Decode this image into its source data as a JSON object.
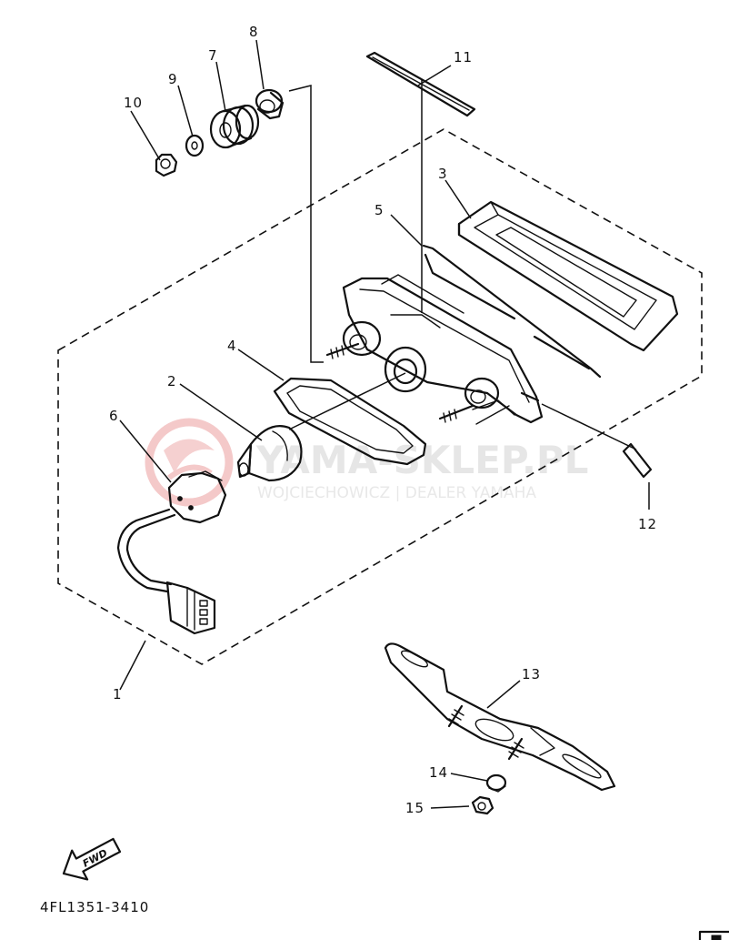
{
  "diagram": {
    "part_labels": {
      "p1": "1",
      "p2": "2",
      "p3": "3",
      "p4": "4",
      "p5": "5",
      "p6": "6",
      "p7": "7",
      "p8": "8",
      "p9": "9",
      "p10": "10",
      "p11": "11",
      "p12": "12",
      "p13": "13",
      "p14": "14",
      "p15": "15"
    },
    "fwd_label": "FWD",
    "drawing_number": "4FL1351-3410"
  },
  "watermark": {
    "title": "YAMA-SKLEP.PL",
    "subtitle": "WOJCIECHOWICZ | DEALER YAMAHA",
    "logo_color": "#f3b9b9"
  }
}
